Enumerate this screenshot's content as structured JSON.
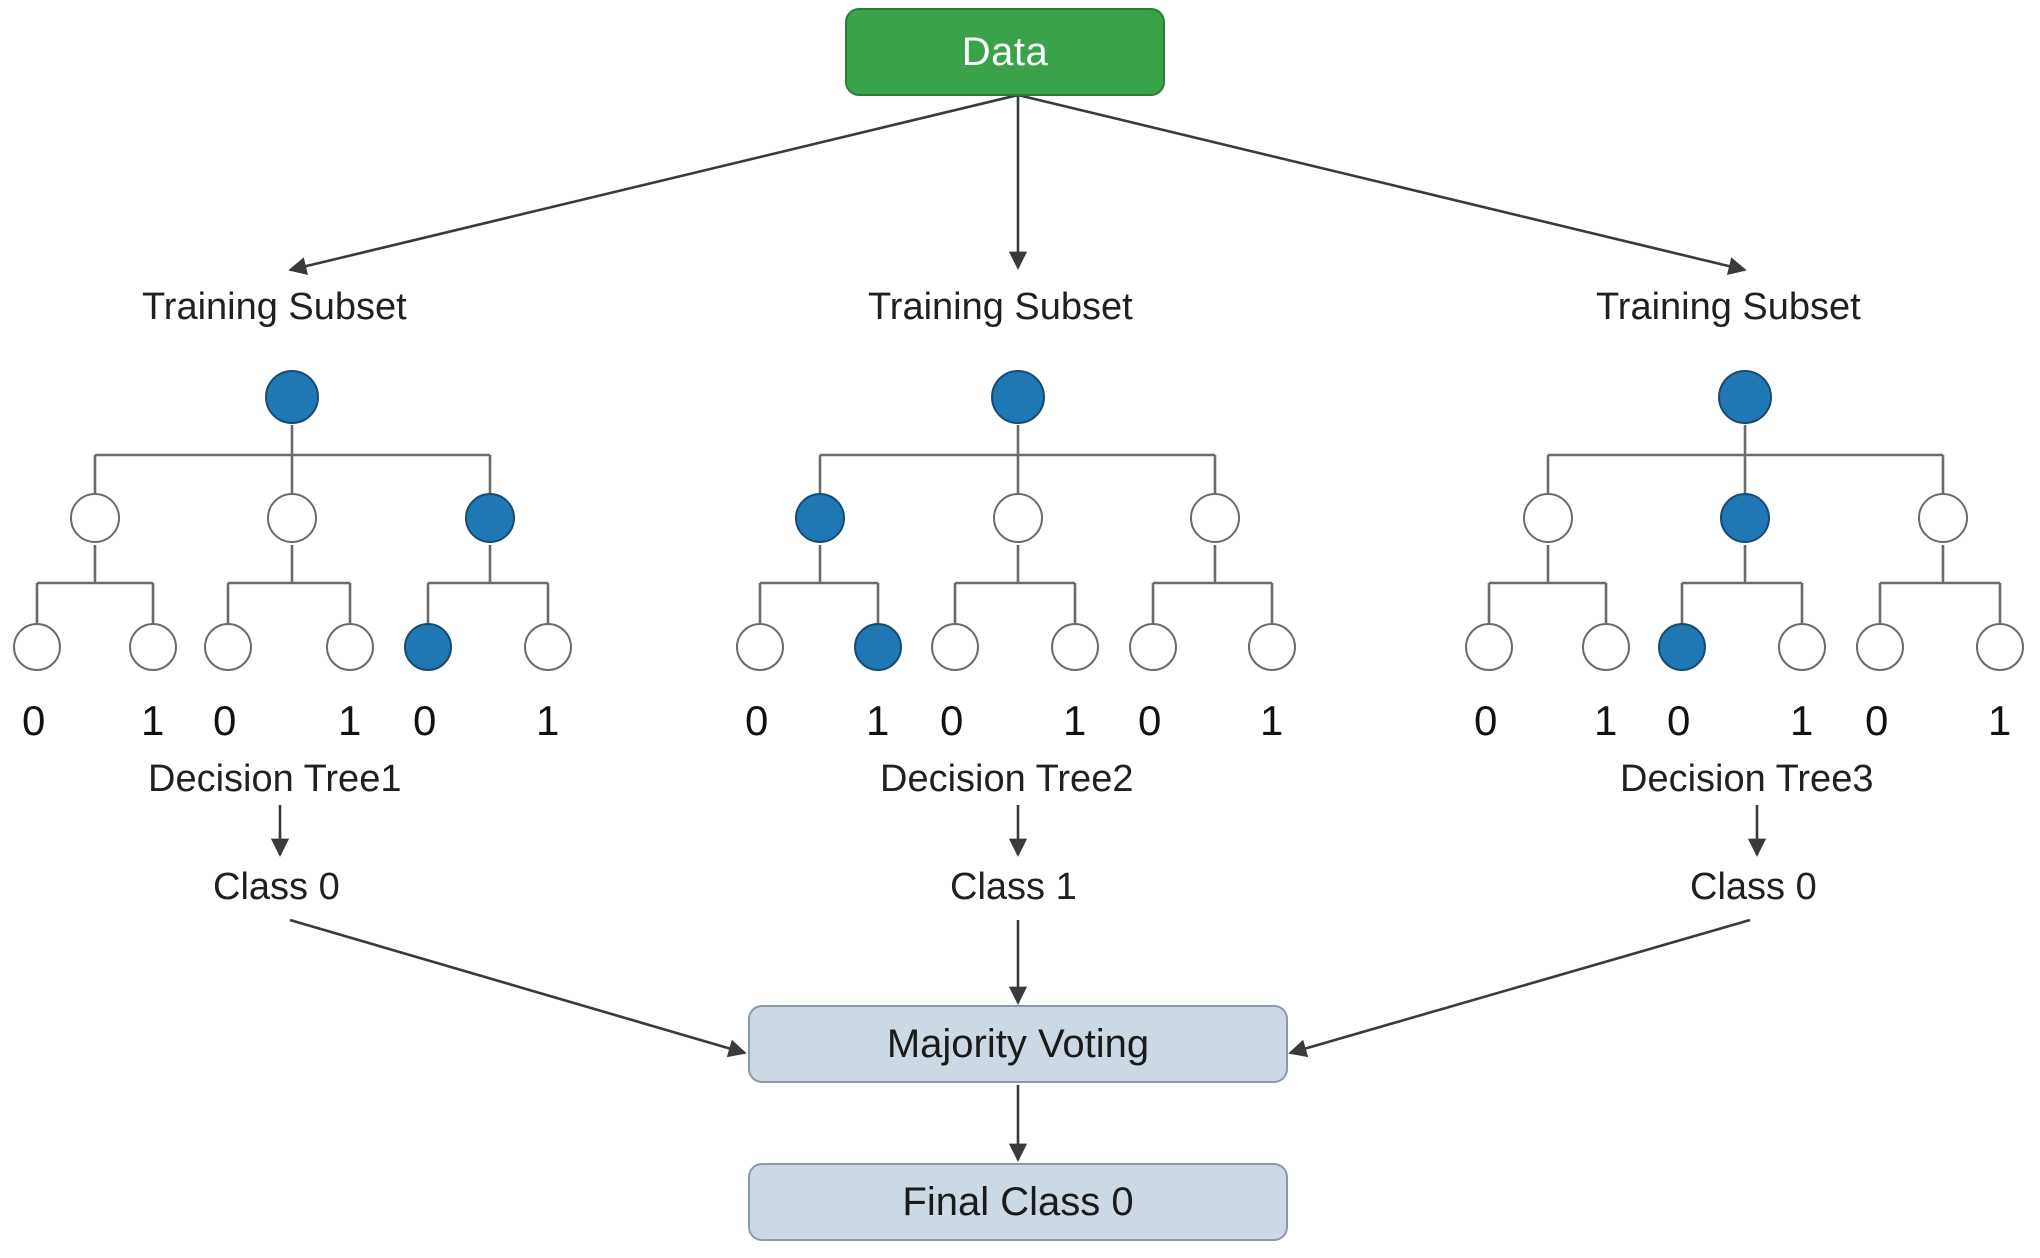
{
  "diagram": {
    "title_box": {
      "label": "Data",
      "fill": "#3aa34a",
      "text_color": "#ffffff"
    },
    "voting_box": {
      "label": "Majority Voting",
      "fill": "#ccd9e5"
    },
    "final_box": {
      "label": "Final Class 0",
      "fill": "#ccd9e5"
    },
    "node_colors": {
      "filled": "#1f77b4",
      "empty": "#ffffff",
      "stroke": "#6b6b6b"
    },
    "edge_color": "#3a3a3a"
  },
  "branches": [
    {
      "subset_label": "Training Subset",
      "tree_label": "Decision Tree1",
      "class_label": "Class 0",
      "root_filled": true,
      "mid_filled": [
        false,
        false,
        true
      ],
      "leaf_filled": [
        false,
        false,
        false,
        false,
        true,
        false
      ],
      "leaf_digits": [
        "0",
        "1",
        "0",
        "1",
        "0",
        "1"
      ]
    },
    {
      "subset_label": "Training Subset",
      "tree_label": "Decision Tree2",
      "class_label": "Class 1",
      "root_filled": true,
      "mid_filled": [
        true,
        false,
        false
      ],
      "leaf_filled": [
        false,
        true,
        false,
        false,
        false,
        false
      ],
      "leaf_digits": [
        "0",
        "1",
        "0",
        "1",
        "0",
        "1"
      ]
    },
    {
      "subset_label": "Training Subset",
      "tree_label": "Decision Tree3",
      "class_label": "Class 0",
      "root_filled": true,
      "mid_filled": [
        false,
        true,
        false
      ],
      "leaf_filled": [
        false,
        false,
        true,
        false,
        false,
        false
      ],
      "leaf_digits": [
        "0",
        "1",
        "0",
        "1",
        "0",
        "1"
      ]
    }
  ]
}
